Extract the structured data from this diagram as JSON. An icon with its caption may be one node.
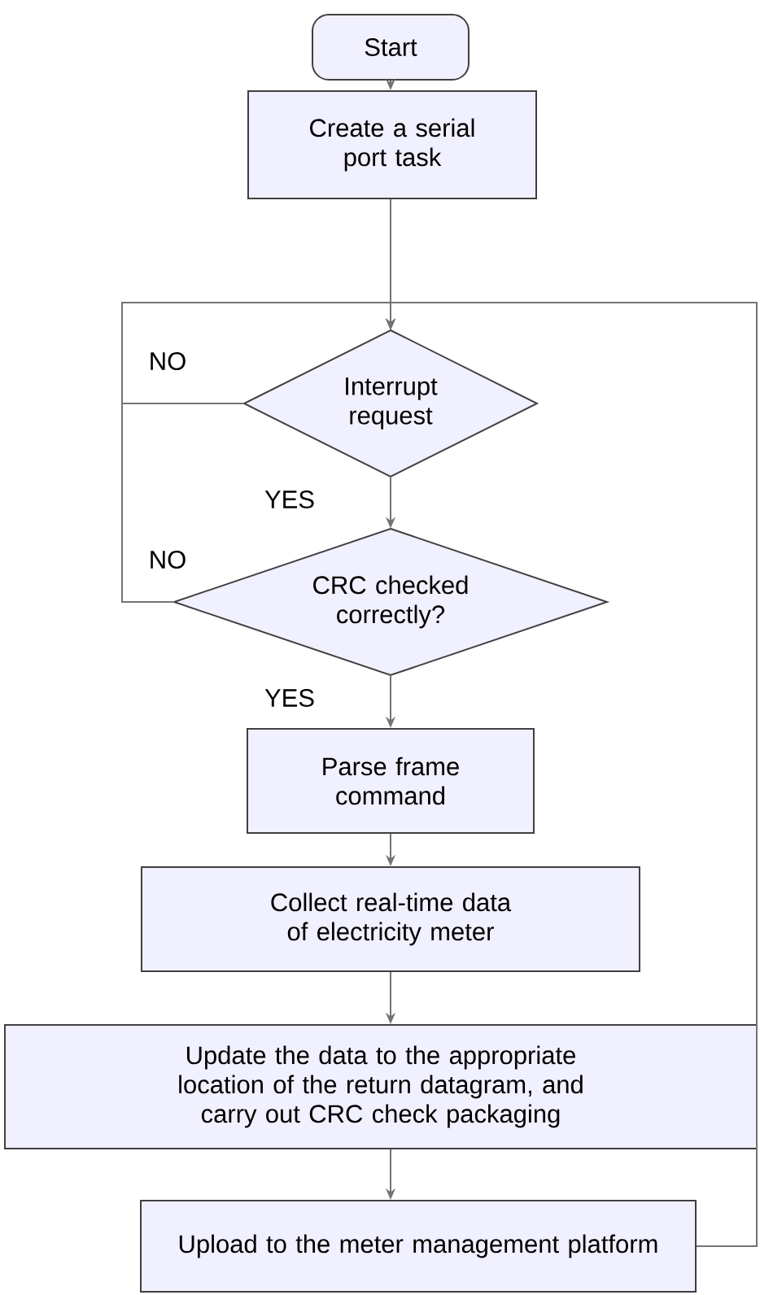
{
  "diagram": {
    "nodes": [
      {
        "text": [
          "Start"
        ]
      },
      {
        "text": [
          "Create a serial port task"
        ]
      },
      {
        "text": [
          "Interrupt request"
        ]
      },
      {
        "text": [
          "CRC checked correctly?"
        ]
      },
      {
        "text": [
          "Parse frame command"
        ]
      },
      {
        "text": [
          "Collect real-time data of electricity meter"
        ]
      },
      {
        "text": [
          "Update the data to the appropriate location of the return datagram, and carry out CRC check packaging"
        ]
      },
      {
        "text": [
          "Upload to the meter management platform"
        ]
      }
    ],
    "edges": [
      {
        "from": 0,
        "to": 1,
        "arrow": "to"
      },
      {
        "from": 1,
        "to": 2,
        "arrow": "to"
      },
      {
        "from": 2,
        "to": 3,
        "arrow": "to",
        "label": "YES"
      },
      {
        "from": 3,
        "to": 4,
        "arrow": "to",
        "label": "YES"
      },
      {
        "from": 4,
        "to": 5,
        "arrow": "to"
      },
      {
        "from": 5,
        "to": 6,
        "arrow": "to"
      },
      {
        "from": 6,
        "to": 7,
        "arrow": "to"
      },
      {
        "from": 2,
        "to": 2,
        "arrow": "to",
        "label": "NO"
      },
      {
        "from": 3,
        "to": 2,
        "arrow": "to",
        "label": "NO"
      },
      {
        "from": 7,
        "to": 2,
        "arrow": "to"
      }
    ]
  }
}
